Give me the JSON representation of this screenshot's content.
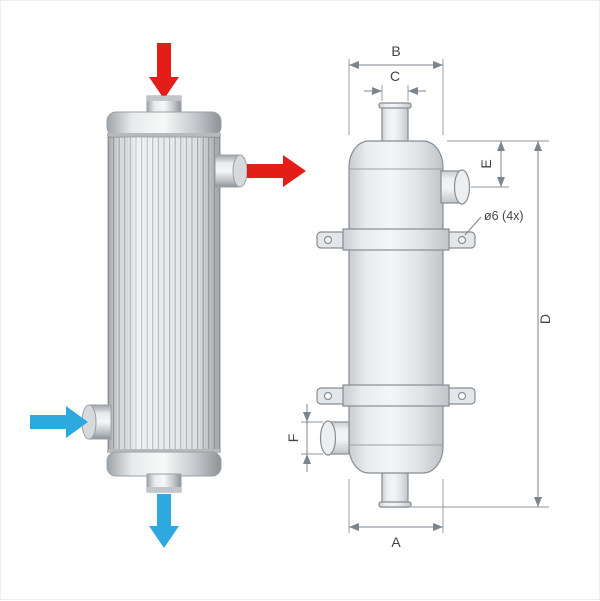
{
  "dimensions": {
    "a": "A",
    "b": "B",
    "c": "C",
    "d": "D",
    "e": "E",
    "f": "F"
  },
  "annotations": {
    "bolt_hole_note": "ø6 (4x)"
  },
  "colors": {
    "hot_flow": "#e31d17",
    "cold_flow": "#2ea9e0",
    "outline": "#868d94",
    "dimension_line": "#7d848c",
    "label_text": "#41464b"
  }
}
